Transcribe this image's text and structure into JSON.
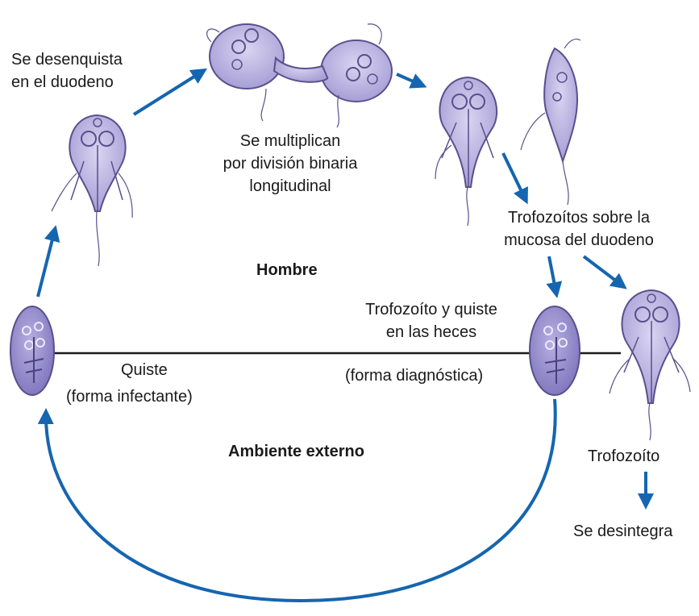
{
  "labels": {
    "desenquista": [
      "Se desenquista",
      "en el duodeno"
    ],
    "multiplican": [
      "Se multiplican",
      "por división binaria",
      "longitudinal"
    ],
    "trofozoitos_mucosa": [
      "Trofozoítos sobre la",
      "mucosa del duodeno"
    ],
    "hombre": "Hombre",
    "trofozoito_quiste_heces": [
      "Trofozoíto y quiste",
      "en las heces"
    ],
    "forma_diagnostica": "(forma diagnóstica)",
    "quiste": "Quiste",
    "forma_infectante": "(forma infectante)",
    "ambiente_externo": "Ambiente externo",
    "trofozoito": "Trofozoíto",
    "se_desintegra": "Se desintegra"
  },
  "colors": {
    "arrow": "#1565b0",
    "organism_fill": "#b8b0df",
    "organism_stroke": "#5a4f8c",
    "cyst_fill": "#8f86c9",
    "divider": "#1a1a1a"
  }
}
